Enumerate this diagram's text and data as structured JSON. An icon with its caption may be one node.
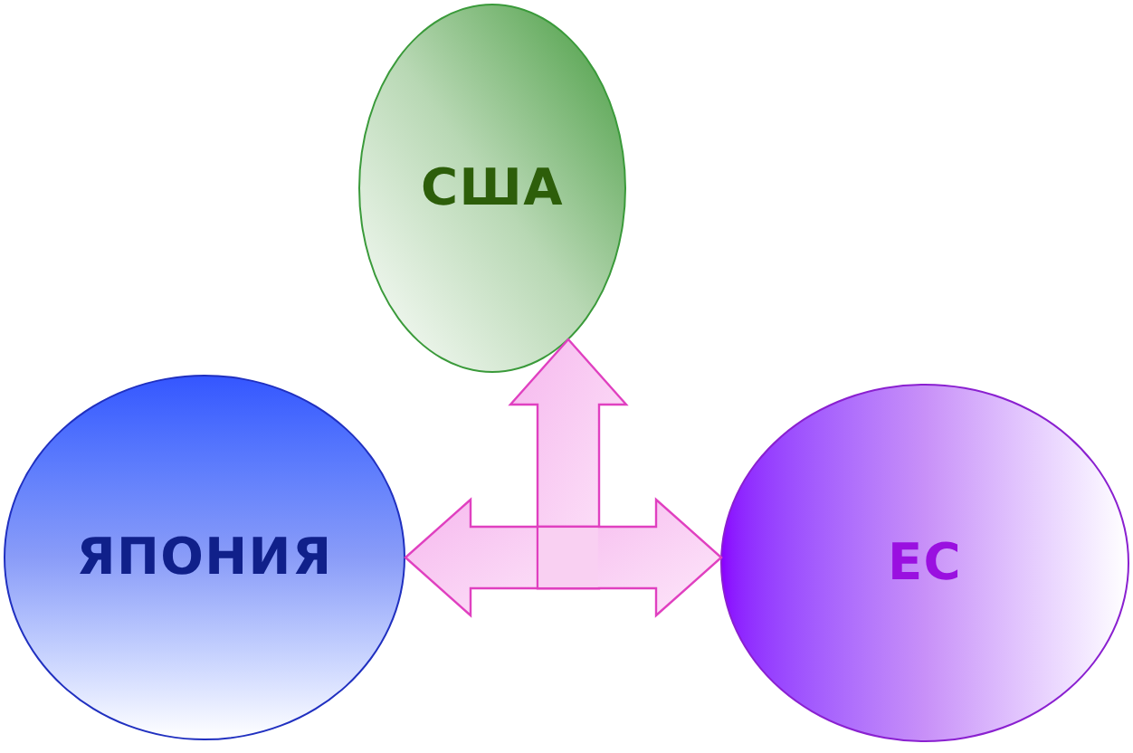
{
  "diagram": {
    "nodes": [
      {
        "text": [
          "США"
        ]
      },
      {
        "text": [
          "ЯПОНИЯ"
        ]
      },
      {
        "text": [
          "ЕС"
        ]
      }
    ],
    "edges": [
      {
        "from": null,
        "to": 0,
        "arrow": "to"
      },
      {
        "from": null,
        "to": 1,
        "arrow": "to"
      },
      {
        "from": null,
        "to": 2,
        "arrow": "to"
      }
    ]
  }
}
